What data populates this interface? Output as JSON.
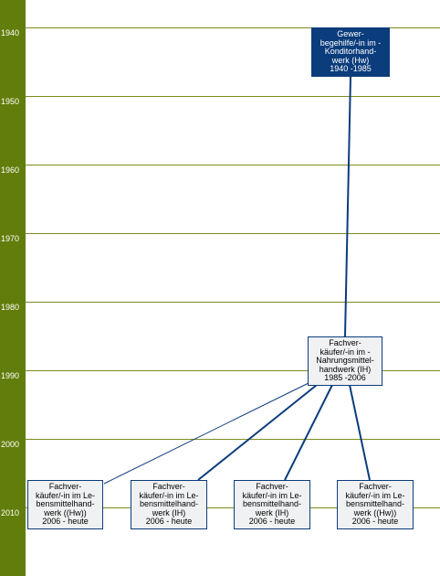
{
  "timeline": {
    "years": [
      "1940",
      "1950",
      "1960",
      "1970",
      "1980",
      "1990",
      "2000",
      "2010"
    ]
  },
  "colors": {
    "sidebar": "#617d0b",
    "gridline": "#7a8d1f",
    "connector": "#0b3c7c",
    "root_box": "#0b3c7c",
    "node_box": "#f0f1f2"
  },
  "nodes": {
    "root": {
      "lines": [
        "Gewer-",
        "begehilfe/-in im -",
        "Konditorhand-",
        "werk (Hw)",
        "1940 -1985"
      ]
    },
    "middle": {
      "lines": [
        "Fachver-",
        "käufer/-in im -",
        "Nahrungsmittel-",
        "handwerk (IH)",
        "1985 -2006"
      ]
    },
    "leaf1": {
      "lines": [
        "Fachver-",
        "käufer/-in im Le-",
        "bensmittelhand-",
        "werk ((Hw))",
        "2006 - heute"
      ]
    },
    "leaf2": {
      "lines": [
        "Fachver-",
        "käufer/-in im Le-",
        "bensmittelhand-",
        "werk (IH)",
        "2006 - heute"
      ]
    },
    "leaf3": {
      "lines": [
        "Fachver-",
        "käufer/-in im Le-",
        "bensmittelhand-",
        "werk (IH)",
        "2006 - heute"
      ]
    },
    "leaf4": {
      "lines": [
        "Fachver-",
        "käufer/-in im Le-",
        "bensmittelhand-",
        "werk ((Hw))",
        "2006 - heute"
      ]
    }
  }
}
